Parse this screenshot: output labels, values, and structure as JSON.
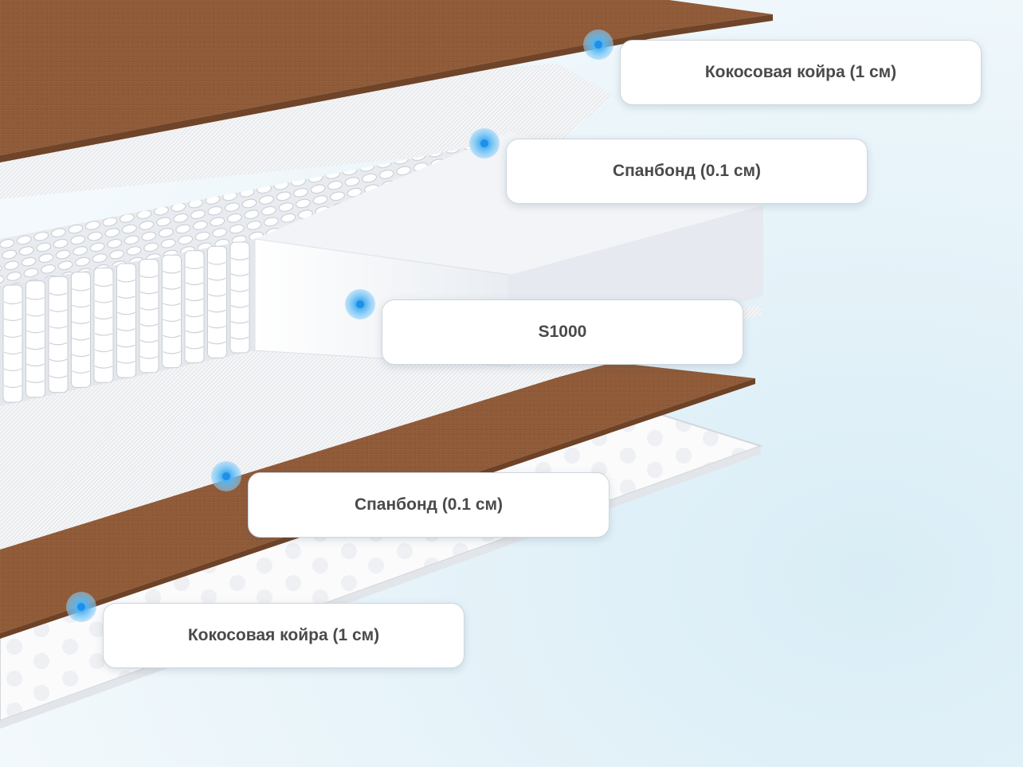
{
  "layers": [
    {
      "label": "Кокосовая койра (1 см)",
      "material": "coconut-coir"
    },
    {
      "label": "Спанбонд (0.1 см)",
      "material": "spunbond"
    },
    {
      "label": "S1000",
      "material": "pocket-springs"
    },
    {
      "label": "Спанбонд (0.1 см)",
      "material": "spunbond"
    },
    {
      "label": "Кокосовая койра (1 см)",
      "material": "coconut-coir"
    }
  ],
  "colors": {
    "coir": "#8f5a37",
    "marker": "#3aa8f0",
    "background": "#e6f2f8"
  },
  "icons": {
    "marker": "dot-marker-icon",
    "spring": "spring-coil-icon"
  }
}
